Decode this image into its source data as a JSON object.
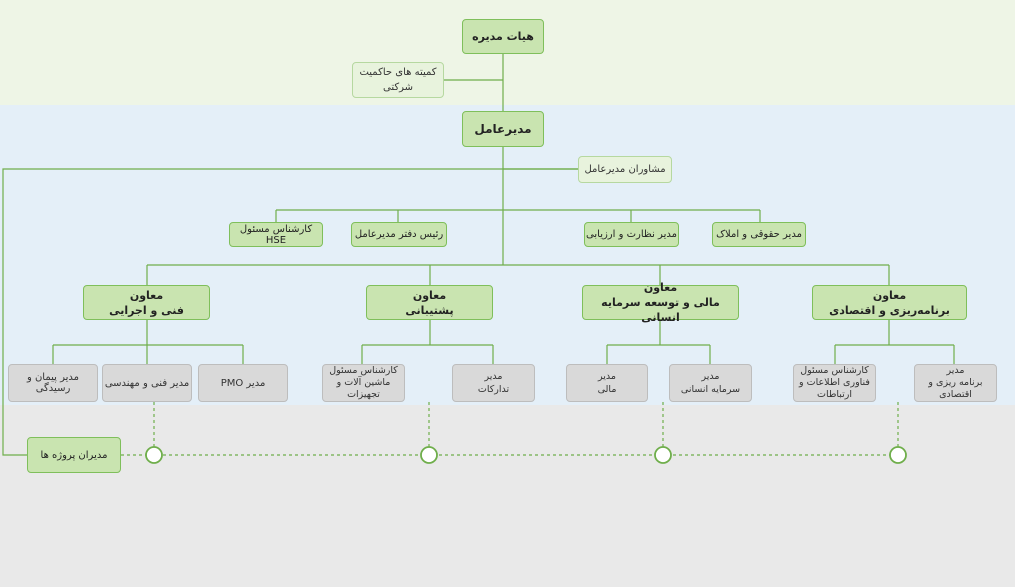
{
  "board": "هیات مدیره",
  "governance": [
    "کمیته های حاکمیت",
    "شرکتی"
  ],
  "ceo": "مدیرعامل",
  "ceo_advisors": "مشاوران مدیرعامل",
  "staff_units": [
    "کارشناس مسئول HSE",
    "رئیس دفتر مدیرعامل",
    "مدیر نظارت و ارزیابی",
    "مدیر حقوقی و املاک"
  ],
  "deputies": [
    {
      "title": "معاون",
      "name": "فنی و اجرایی"
    },
    {
      "title": "معاون",
      "name": "پشتیبانی"
    },
    {
      "title": "معاون",
      "name": "مالی و توسعه سرمایه انسانی"
    },
    {
      "title": "معاون",
      "name": "برنامه‌ریزی و اقتصادی"
    }
  ],
  "sub_units": {
    "technical": [
      "مدیر پیمان و رسیدگی",
      "مدیر فنی و مهندسی",
      "مدیر PMO"
    ],
    "support": [
      [
        "کارشناس مسئول",
        "ماشین آلات و",
        "تجهیزات"
      ],
      [
        "مدیر",
        "تدارکات"
      ]
    ],
    "finance": [
      [
        "مدیر",
        "مالی"
      ],
      [
        "مدیر",
        "سرمایه انسانی"
      ]
    ],
    "planning": [
      [
        "کارشناس مسئول",
        "فناوری اطلاعات و",
        "ارتباطات"
      ],
      [
        "مدیر",
        "برنامه ریزی و",
        "اقتصادی"
      ]
    ]
  },
  "project_managers": "مدیران پروژه ها",
  "colors": {
    "board_band": "#eef5e6",
    "exec_band": "#e4eff8",
    "project_band": "#e9e9e9",
    "box_fill": "#c9e4b0",
    "box_border": "#7fbf5b",
    "connector": "#6fae4b"
  }
}
